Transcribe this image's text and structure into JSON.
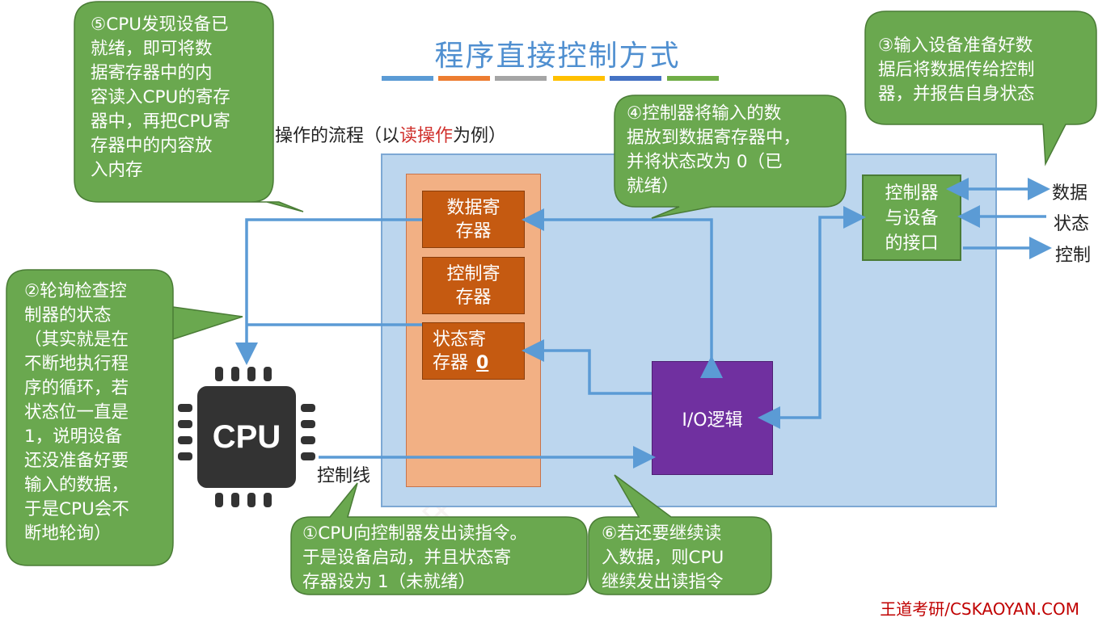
{
  "title": "程序直接控制方式",
  "title_bar_colors": [
    "#5b9bd5",
    "#ed7d31",
    "#a5a5a5",
    "#ffc000",
    "#4472c4",
    "#70ad47"
  ],
  "subtitle": {
    "prefix": "操作的流程（以",
    "highlight": "读操作",
    "suffix": "为例）"
  },
  "registers": {
    "data_line1": "数据寄",
    "data_line2": "存器",
    "ctrl_line1": "控制寄",
    "ctrl_line2": "存器",
    "status_line1": "状态寄",
    "status_line2": "存器",
    "status_value": "0"
  },
  "io_logic": "I/O逻辑",
  "interface": {
    "line1": "控制器",
    "line2": "与设备",
    "line3": "的接口"
  },
  "signals": {
    "data": "数据",
    "status": "状态",
    "control": "控制"
  },
  "cpu_label": "CPU",
  "control_line_label": "控制线",
  "callouts": {
    "step1": [
      "①CPU向控制器发出读指令。",
      "于是设备启动，并且状态寄",
      "存器设为 1（未就绪）"
    ],
    "step2": [
      "②轮询检查控",
      "制器的状态",
      "（其实就是在",
      "不断地执行程",
      "序的循环，若",
      "状态位一直是",
      "1，说明设备",
      "还没准备好要",
      "输入的数据，",
      "于是CPU会不",
      "断地轮询）"
    ],
    "step3": [
      "③输入设备准备好数",
      "据后将数据传给控制",
      "器，并报告自身状态"
    ],
    "step4": [
      "④控制器将输入的数",
      "据放到数据寄存器中，",
      "并将状态改为 0（已",
      "就绪）"
    ],
    "step5": [
      "⑤CPU发现设备已",
      "就绪，即可将数",
      "据寄存器中的内",
      "容读入CPU的寄存",
      "器中，再把CPU寄",
      "存器中的内容放",
      "入内存"
    ],
    "step6": [
      "⑥若还要继续读",
      "入数据，则CPU",
      "继续发出读指令"
    ]
  },
  "colors": {
    "callout_fill": "#6aa84f",
    "callout_stroke": "#4a7c36",
    "arrow": "#5b9bd5",
    "register": "#c55a11",
    "io_logic": "#7030a0",
    "controller_bg": "#bcd6ee"
  },
  "footer": "王道考研/CSKAOYAN.COM"
}
